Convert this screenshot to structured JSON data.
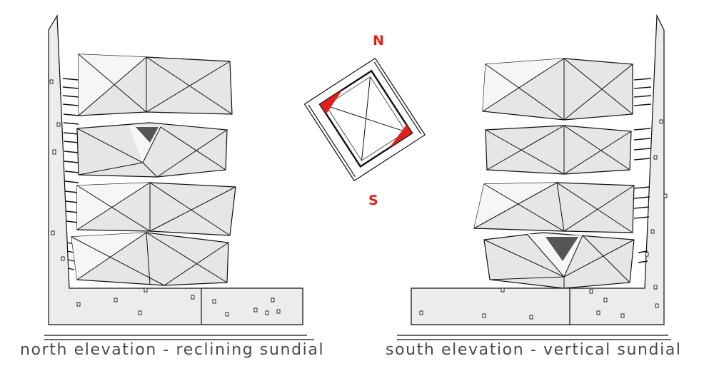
{
  "north_elevation": {
    "caption": "north elevation - reclining sundial"
  },
  "south_elevation": {
    "caption": "south elevation - vertical sundial"
  },
  "compass": {
    "north_label": "N",
    "south_label": "S",
    "accent_color": "#e02020"
  },
  "colors": {
    "panel_fill": "#e6e6e6",
    "panel_light": "#f4f4f4",
    "wall_fill": "#ececec",
    "shadow": "#555555",
    "stroke": "#111111"
  }
}
